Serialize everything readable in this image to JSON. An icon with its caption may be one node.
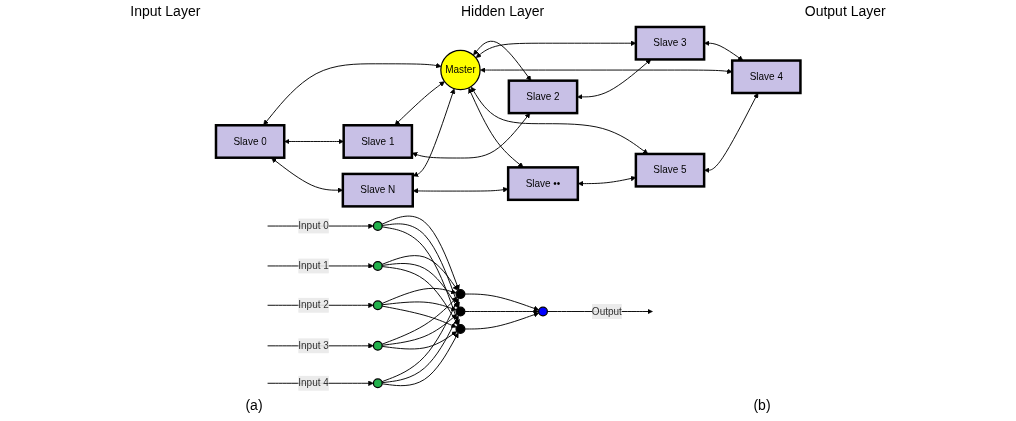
{
  "diagram": {
    "nodes": [
      {
        "text": [],
        "shape": "circle"
      },
      {
        "text": [],
        "shape": "circle"
      },
      {
        "text": [],
        "shape": "circle"
      },
      {
        "text": [],
        "shape": "circle"
      },
      {
        "text": [],
        "shape": "circle"
      },
      {
        "text": [],
        "shape": "circle"
      },
      {
        "text": [],
        "shape": "circle"
      },
      {
        "text": [],
        "shape": "circle"
      },
      {
        "text": [],
        "shape": "circle"
      },
      {
        "text": [
          "Slave 0"
        ]
      },
      {
        "text": [
          "Slave N"
        ]
      },
      {
        "text": [
          "Slave 1"
        ]
      },
      {
        "text": [
          "Master"
        ]
      },
      {
        "text": [
          "Slave ••"
        ]
      },
      {
        "text": [
          "Slave 2"
        ]
      },
      {
        "text": [
          "Slave 5"
        ]
      },
      {
        "text": [
          "Slave 3"
        ]
      },
      {
        "text": [
          "Slave 4"
        ]
      }
    ],
    "edges": [
      {
        "from": null,
        "to": 0,
        "arrow": "to",
        "label": "Input 0"
      },
      {
        "from": null,
        "to": 1,
        "arrow": "to",
        "label": "Input 1"
      },
      {
        "from": null,
        "to": 2,
        "arrow": "to",
        "label": "Input 2"
      },
      {
        "from": null,
        "to": 3,
        "arrow": "to",
        "label": "Input 3"
      },
      {
        "from": null,
        "to": 4,
        "arrow": "to",
        "label": "Input 4"
      },
      {
        "from": 0,
        "to": 5,
        "arrow": "to"
      },
      {
        "from": 0,
        "to": 6,
        "arrow": "to"
      },
      {
        "from": 0,
        "to": 7,
        "arrow": "to"
      },
      {
        "from": 1,
        "to": 5,
        "arrow": "to"
      },
      {
        "from": 1,
        "to": 6,
        "arrow": "to"
      },
      {
        "from": 1,
        "to": 7,
        "arrow": "to"
      },
      {
        "from": 2,
        "to": 5,
        "arrow": "to"
      },
      {
        "from": 2,
        "to": 6,
        "arrow": "to"
      },
      {
        "from": 2,
        "to": 7,
        "arrow": "to"
      },
      {
        "from": 3,
        "to": 5,
        "arrow": "to"
      },
      {
        "from": 3,
        "to": 6,
        "arrow": "to"
      },
      {
        "from": 3,
        "to": 7,
        "arrow": "to"
      },
      {
        "from": 4,
        "to": 5,
        "arrow": "to"
      },
      {
        "from": 4,
        "to": 6,
        "arrow": "to"
      },
      {
        "from": 4,
        "to": 7,
        "arrow": "to"
      },
      {
        "from": 5,
        "to": 8,
        "arrow": "to"
      },
      {
        "from": 6,
        "to": 8,
        "arrow": "to"
      },
      {
        "from": 7,
        "to": 8,
        "arrow": "to"
      },
      {
        "from": 8,
        "to": null,
        "arrow": "to",
        "label": "Output"
      },
      {
        "from": 9,
        "to": 12,
        "arrow": "both"
      },
      {
        "from": 11,
        "to": 12,
        "arrow": "both"
      },
      {
        "from": 14,
        "to": 12,
        "arrow": "both"
      },
      {
        "from": 16,
        "to": 12,
        "arrow": "both"
      },
      {
        "from": 17,
        "to": 12,
        "arrow": "both"
      },
      {
        "from": 15,
        "to": 12,
        "arrow": "both"
      },
      {
        "from": 13,
        "to": 12,
        "arrow": "both"
      },
      {
        "from": 10,
        "to": 12,
        "arrow": "both"
      },
      {
        "from": 9,
        "to": 11,
        "arrow": "both"
      },
      {
        "from": 11,
        "to": 14,
        "arrow": "both"
      },
      {
        "from": 14,
        "to": 16,
        "arrow": "both"
      },
      {
        "from": 16,
        "to": 17,
        "arrow": "both"
      },
      {
        "from": 17,
        "to": 15,
        "arrow": "both"
      },
      {
        "from": 15,
        "to": 13,
        "arrow": "both"
      },
      {
        "from": 13,
        "to": 10,
        "arrow": "both"
      },
      {
        "from": 10,
        "to": 9,
        "arrow": "both"
      }
    ],
    "labels": [
      "Input Layer",
      "Hidden Layer",
      "Output Layer",
      "(a)",
      "(b)"
    ]
  }
}
